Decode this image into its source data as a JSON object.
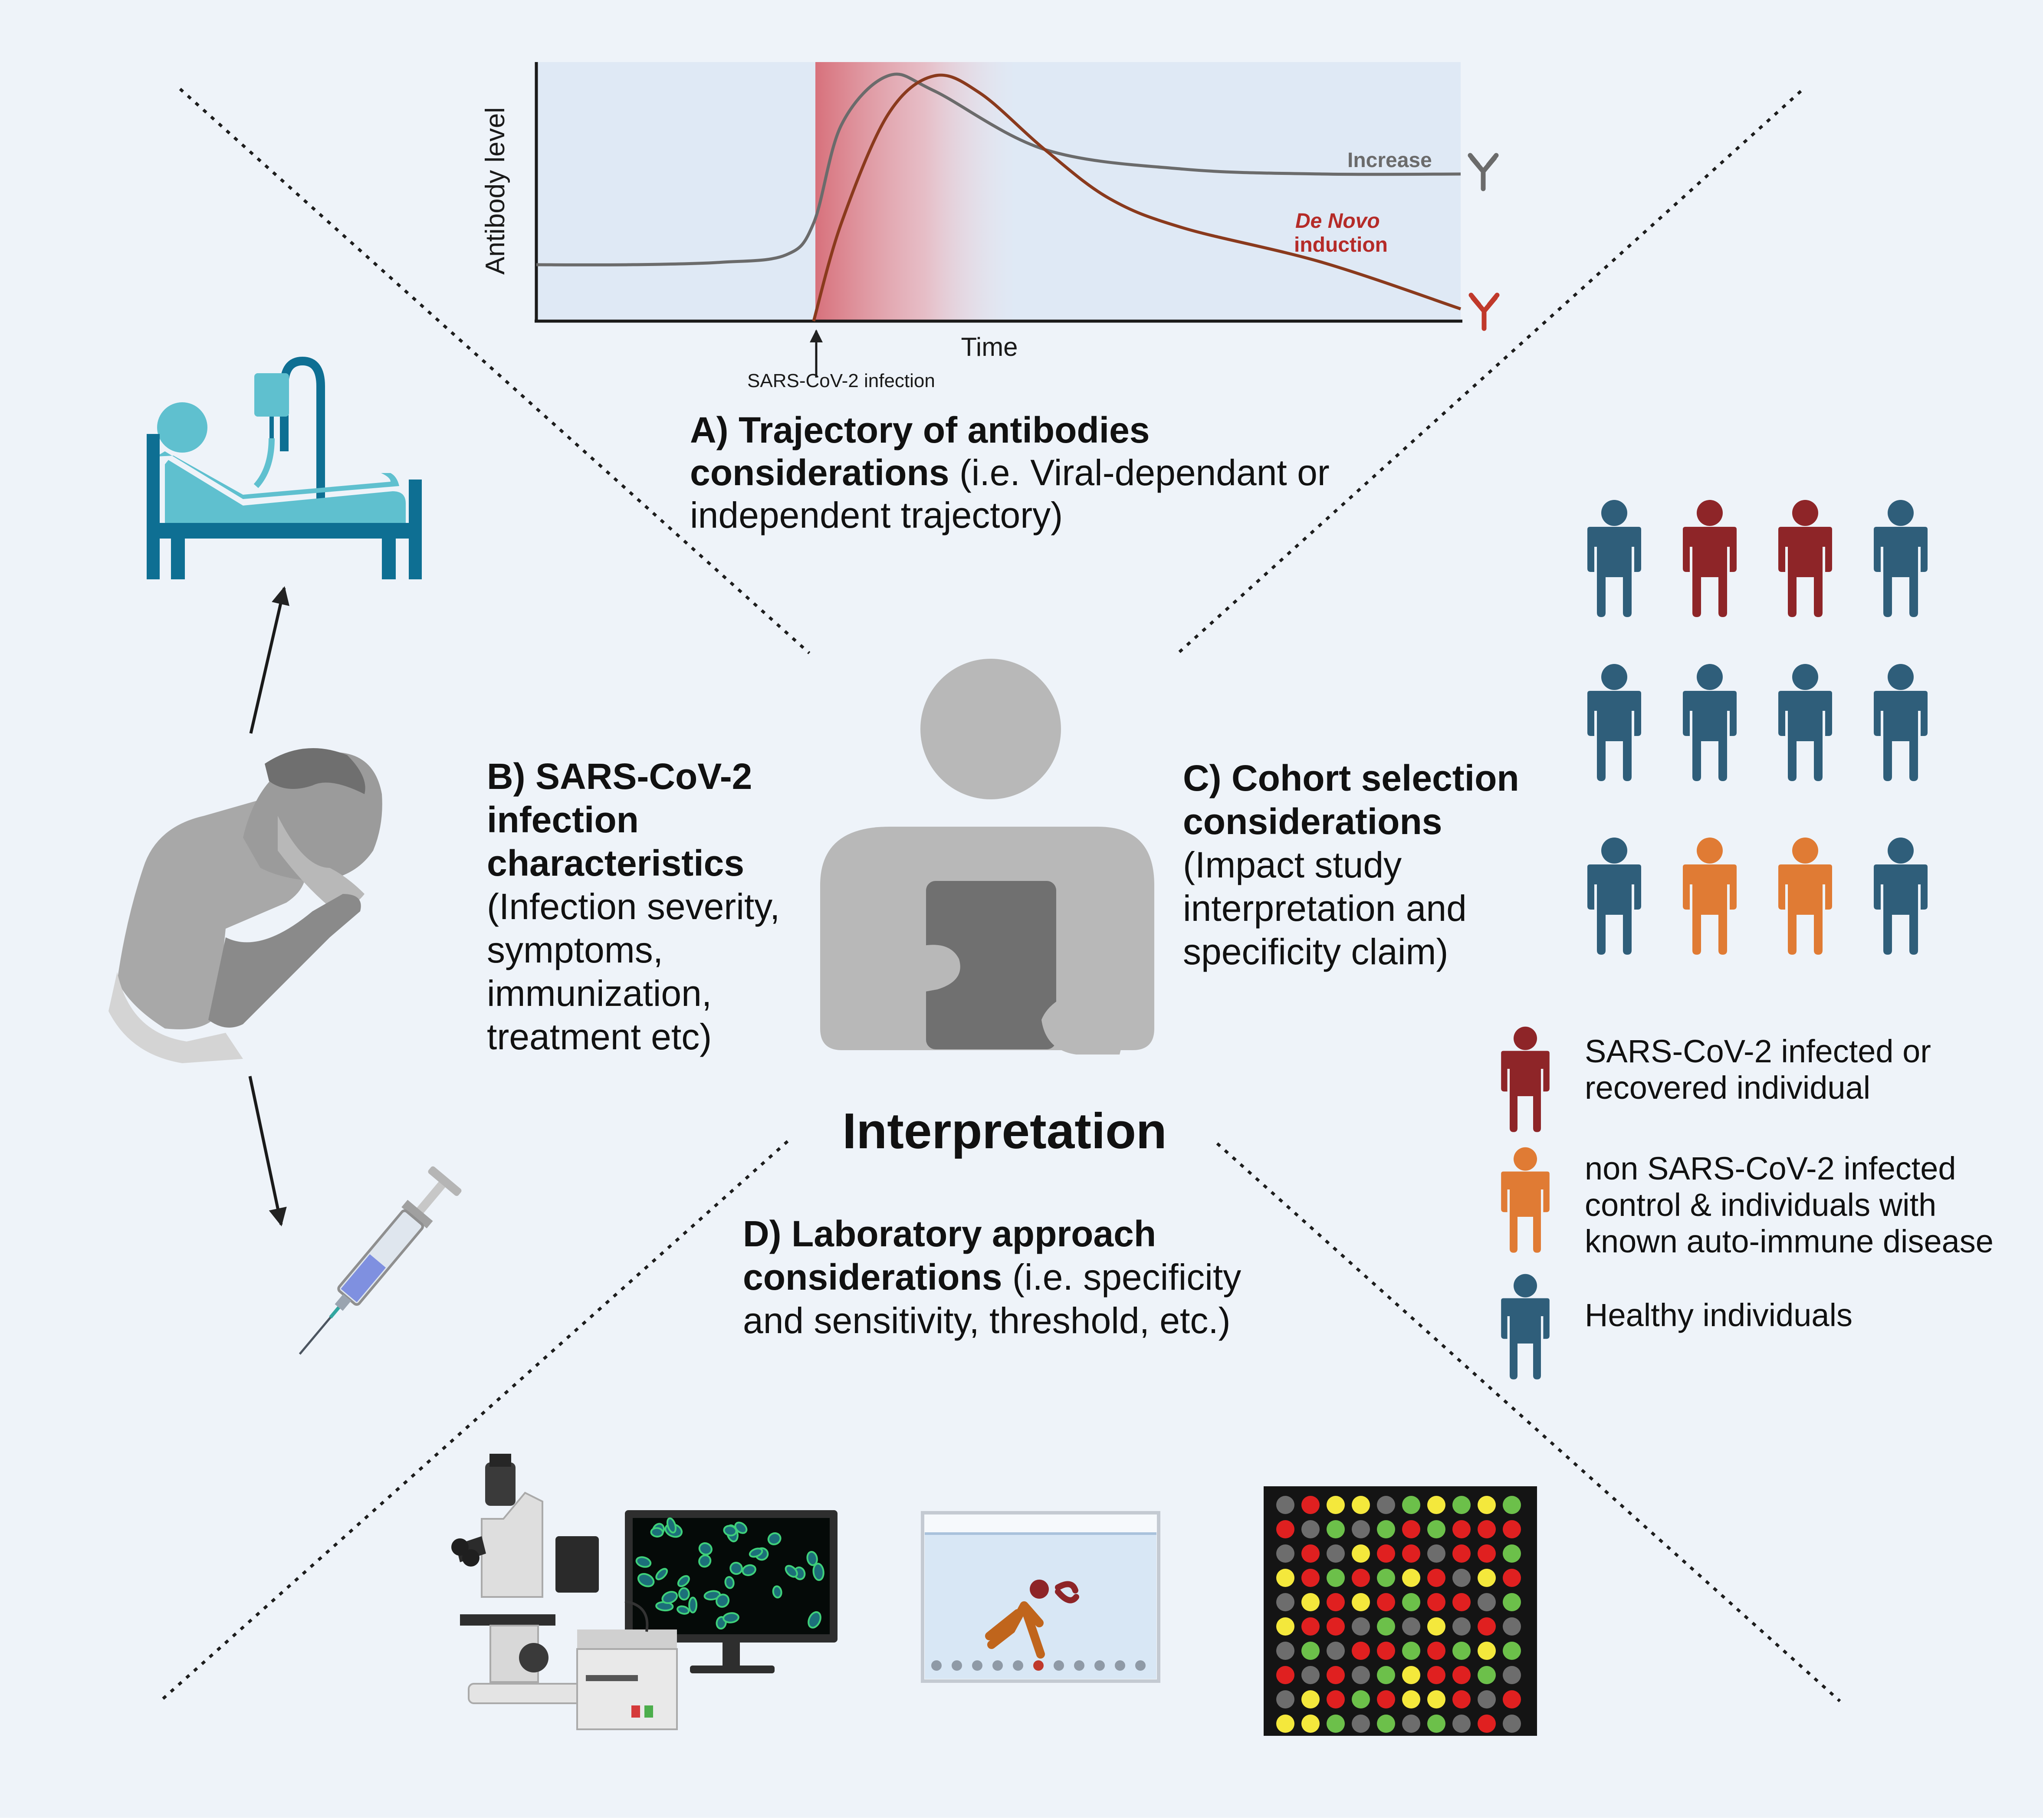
{
  "colors": {
    "background": "#eef3f9",
    "person_infected": "#8e2528",
    "person_control": "#e07b34",
    "person_healthy": "#2f5e7a",
    "bed": "#0e6f93",
    "bed_light": "#5fc0cf",
    "center_person": "#b8b8b8",
    "clipboard": "#707070",
    "infection_band": "#d9606a",
    "curve_gray": "#6b6b6b",
    "curve_red": "#8a3a1d",
    "denovo_label": "#b52b28",
    "array_red": "#e02020",
    "array_green": "#6cc04a",
    "array_yellow": "#f4e83c",
    "array_gray": "#6d6d6d"
  },
  "chart_data": {
    "type": "line",
    "xlabel": "Time",
    "ylabel": "Antibody level",
    "infection_label": "SARS-CoV-2 infection",
    "series": [
      {
        "name": "Increase",
        "x": [
          0,
          10,
          20,
          27,
          30,
          33,
          38,
          43,
          55,
          70,
          85,
          100
        ],
        "y": [
          0.23,
          0.23,
          0.24,
          0.27,
          0.4,
          0.8,
          1.0,
          0.94,
          0.7,
          0.62,
          0.6,
          0.6
        ]
      },
      {
        "name": "De Novo induction",
        "x": [
          30,
          33,
          38,
          43,
          48,
          55,
          62,
          70,
          85,
          100
        ],
        "y": [
          0.0,
          0.4,
          0.84,
          1.0,
          0.93,
          0.7,
          0.5,
          0.38,
          0.24,
          0.05
        ]
      }
    ],
    "labels": {
      "increase": "Increase",
      "de_novo_1": "De Novo",
      "de_novo_2": "induction"
    }
  },
  "section_a": {
    "line1": "A) Trajectory of antibodies",
    "line2_bold": "considerations",
    "line2_rest": "  (i.e. Viral-dependant or",
    "line3": "independent  trajectory)"
  },
  "section_b": {
    "line1": "B) SARS-CoV-2",
    "line2": "infection",
    "line3": "characteristics",
    "line4": "(Infection severity,",
    "line5": "symptoms,",
    "line6": "immunization,",
    "line7": "treatment etc)"
  },
  "section_c": {
    "line1": "C) Cohort selection",
    "line2": "considerations",
    "line3": "(Impact study",
    "line4": "interpretation and",
    "line5": "specificity claim)"
  },
  "section_d": {
    "line1": "D) Laboratory approach",
    "line2_bold": "considerations",
    "line2_rest": " (i.e. specificity",
    "line3": "and sensitivity, threshold, etc.)"
  },
  "center_label": "Interpretation",
  "legend": {
    "infected_1": "SARS-CoV-2 infected or",
    "infected_2": "recovered individual",
    "control_1": "non SARS-CoV-2 infected",
    "control_2": "control & individuals with",
    "control_3": "known auto-immune disease",
    "healthy": "Healthy individuals"
  },
  "cohort_grid": [
    [
      "healthy",
      "infected",
      "infected",
      "healthy"
    ],
    [
      "healthy",
      "healthy",
      "healthy",
      "healthy"
    ],
    [
      "healthy",
      "control",
      "control",
      "healthy"
    ]
  ],
  "microarray": [
    "gryyggygyg",
    "rggggrgrrr",
    "grgyrrgrrg",
    "yrgrgyrgyr",
    "gyryrgrrgg",
    "yrrgggygrg",
    "gggrrgrgyg",
    "rgrggyrrgg",
    "gyrgryyrgr",
    "yyggggggrg"
  ]
}
